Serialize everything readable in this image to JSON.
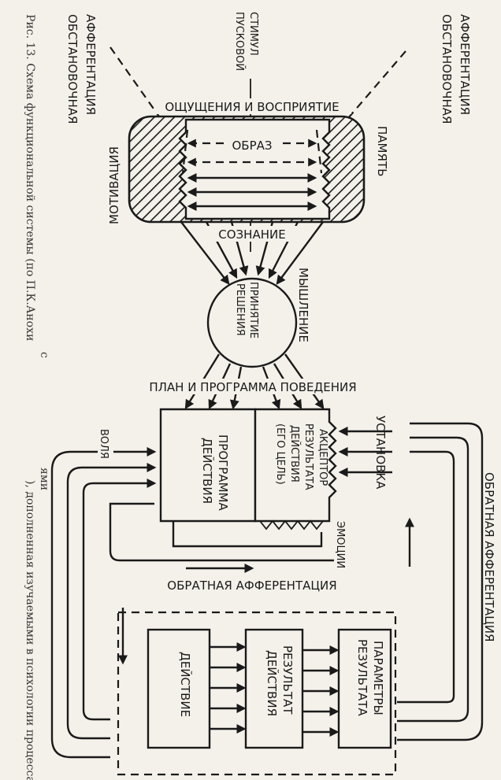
{
  "caption": {
    "main": "Рис. 13. Схема функциональной системы (по П.К.Анохи",
    "tail": "), дополненная изучаемыми в психологии процессами и",
    "sub1": "с",
    "sub2": "ями"
  },
  "labels": {
    "afferent_left": [
      "ОБСТАНОВОЧНАЯ",
      "АФФЕРЕНТАЦИЯ"
    ],
    "afferent_right": [
      "ОБСТАНОВОЧНАЯ",
      "АФФЕРЕНТАЦИЯ"
    ],
    "trigger": [
      "ПУСКОВОЙ",
      "СТИМУЛ"
    ],
    "sensation": "ОЩУЩЕНИЯ И ВОСПРИЯТИЕ",
    "image": "ОБРАЗ",
    "motivation": "МОТИВАЦИЯ",
    "memory": "ПАМЯТЬ",
    "consciousness": "СОЗНАНИЕ",
    "thinking": "МЫШЛЕНИЕ",
    "decision": [
      "ПРИНЯТИЕ",
      "РЕШЕНИЯ"
    ],
    "plan": "ПЛАН И ПРОГРАММА ПОВЕДЕНИЯ",
    "setting": "УСТАНОВКА",
    "will": "ВОЛЯ",
    "action_program": [
      "ПРОГРАММА",
      "ДЕЙСТВИЯ"
    ],
    "acceptor": [
      "АКЦЕПТОР",
      "РЕЗУЛЬТАТА",
      "ДЕЙСТВИЯ",
      "(ЕГО ЦЕЛЬ)"
    ],
    "emotions": "ЭМОЦИИ",
    "feedback_inner": "ОБРАТНАЯ АФФЕРЕНТАЦИЯ",
    "feedback_outer": "ОБРАТНАЯ АФФЕРЕНТАЦИЯ",
    "action": "ДЕЙСТВИЕ",
    "result": [
      "РЕЗУЛЬТАТ",
      "ДЕЙСТВИЯ"
    ],
    "params": [
      "ПАРАМЕТРЫ",
      "РЕЗУЛЬТАТА"
    ]
  }
}
